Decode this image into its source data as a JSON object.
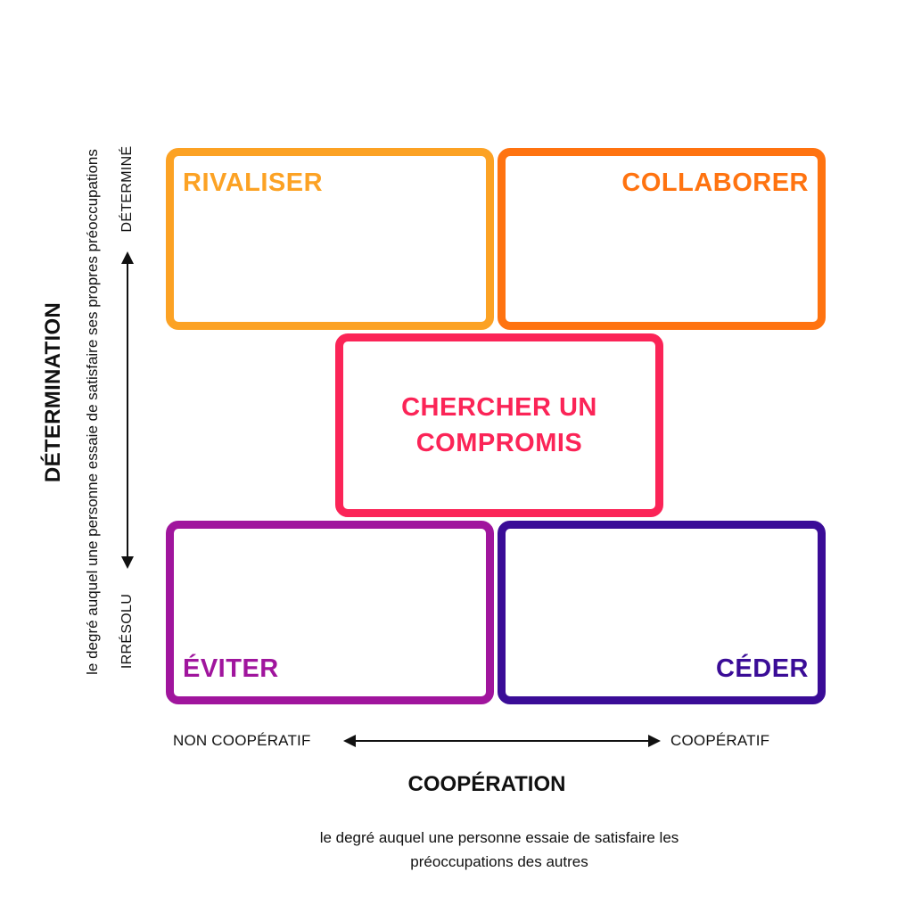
{
  "colors": {
    "rivaliser": "#FCA224",
    "collaborer": "#FF7310",
    "compromis": "#FB2457",
    "eviter": "#A0159D",
    "ceder": "#3A0C97",
    "text": "#111111"
  },
  "boxes": {
    "rivaliser": "RIVALISER",
    "collaborer": "COLLABORER",
    "compromis": "CHERCHER UN COMPROMIS",
    "eviter": "ÉVITER",
    "ceder": "CÉDER"
  },
  "vertical_axis": {
    "title": "DÉTERMINATION",
    "description": "le degré auquel une personne essaie de satisfaire ses propres préoccupations",
    "high_label": "DÉTERMINÉ",
    "low_label": "IRRÉSOLU"
  },
  "horizontal_axis": {
    "title": "COOPÉRATION",
    "description": "le degré auquel une personne essaie de satisfaire les préoccupations des autres",
    "low_label": "NON COOPÉRATIF",
    "high_label": "COOPÉRATIF"
  }
}
